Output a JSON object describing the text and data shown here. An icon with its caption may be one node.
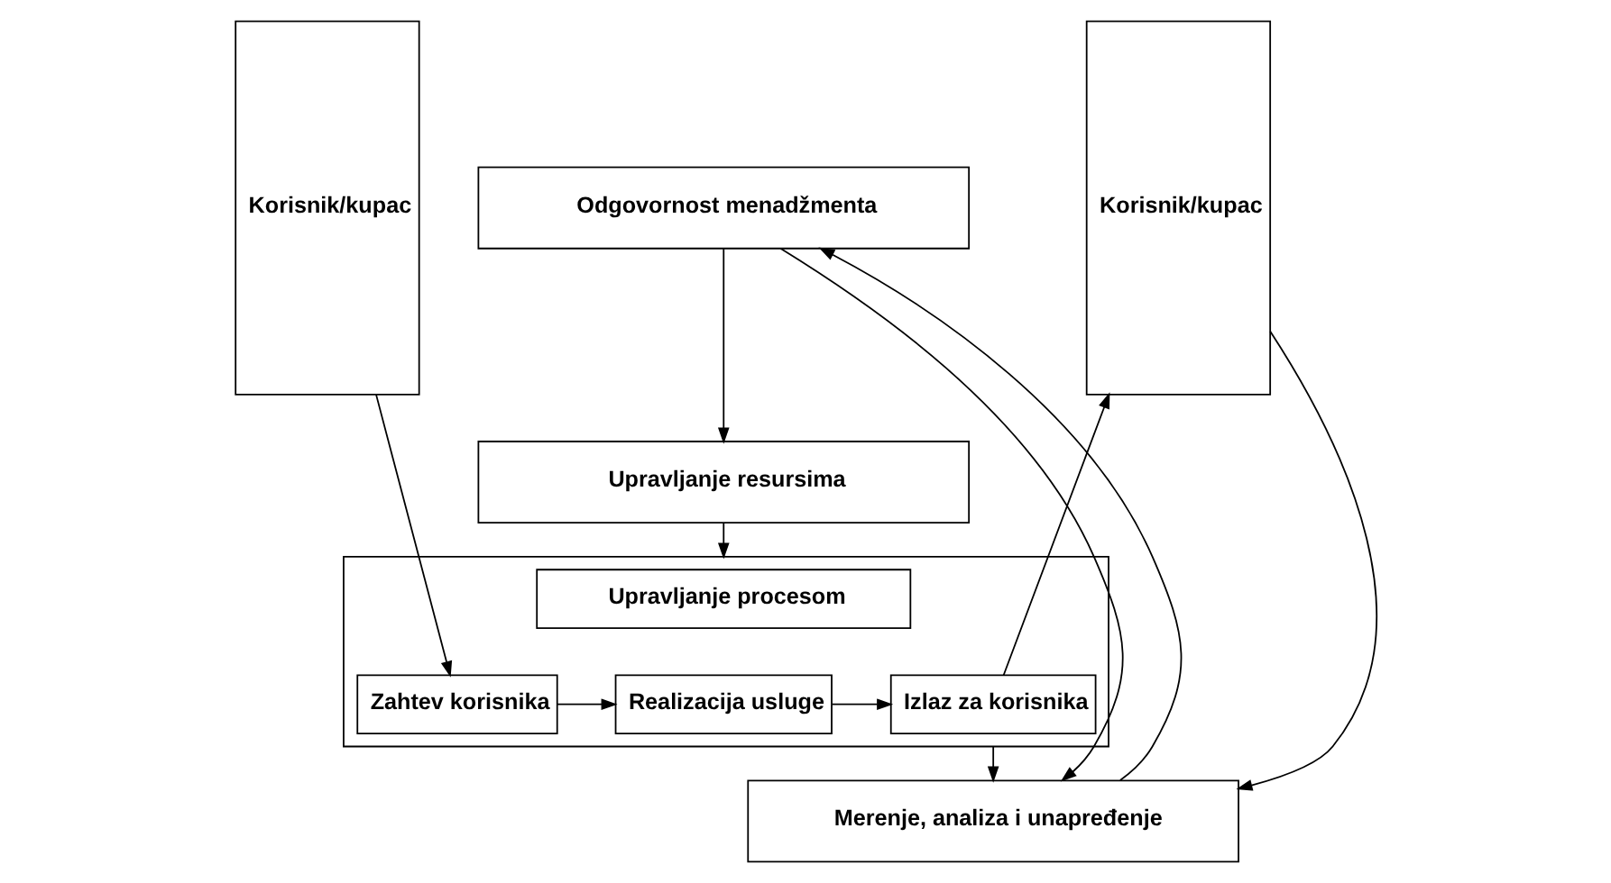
{
  "diagram": {
    "nodes": [
      {
        "text": [
          "Korisnik/kupac"
        ]
      },
      {
        "text": [
          "Odgovornost menadžmenta"
        ]
      },
      {
        "text": [
          "Upravljanje resursima"
        ]
      },
      {
        "text": [],
        "shape": "box"
      },
      {
        "text": [
          "Upravljanje procesom"
        ],
        "in": 3
      },
      {
        "text": [
          "Zahtev korisnika"
        ],
        "in": 3
      },
      {
        "text": [
          "Realizacija usluge"
        ],
        "in": 3
      },
      {
        "text": [
          "Izlaz za korisnika"
        ],
        "in": 3
      },
      {
        "text": [
          "Merenje, analiza i unapređenje"
        ]
      },
      {
        "text": [
          "Korisnik/kupac"
        ]
      }
    ],
    "edges": [
      {
        "from": 1,
        "to": 2,
        "arrow": "to"
      },
      {
        "from": 2,
        "to": 3,
        "arrow": "to"
      },
      {
        "from": 3,
        "to": 8,
        "arrow": "to"
      },
      {
        "from": 0,
        "to": 5,
        "arrow": "to"
      },
      {
        "from": 5,
        "to": 6,
        "arrow": "to"
      },
      {
        "from": 6,
        "to": 7,
        "arrow": "to"
      },
      {
        "from": 7,
        "to": 9,
        "arrow": "to"
      },
      {
        "from": 9,
        "to": 8,
        "arrow": "to"
      },
      {
        "from": 1,
        "to": 8,
        "arrow": "to"
      },
      {
        "from": 8,
        "to": 1,
        "arrow": "to"
      }
    ]
  }
}
